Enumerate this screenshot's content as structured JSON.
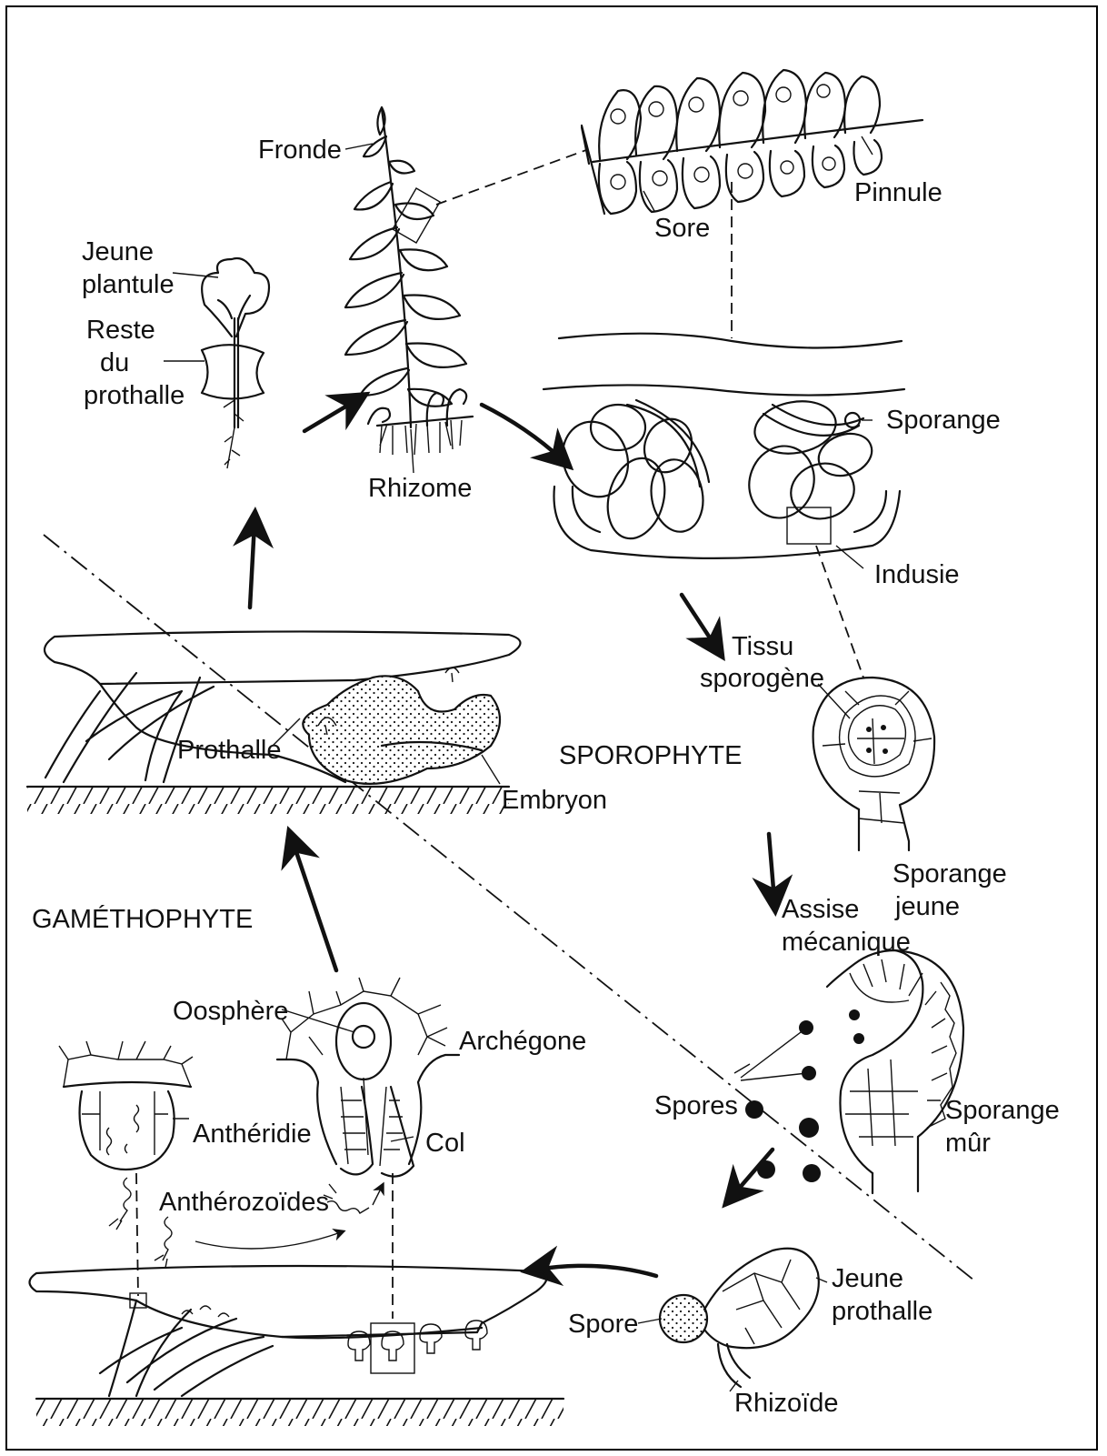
{
  "labels": {
    "fronde": "Fronde",
    "pinnule": "Pinnule",
    "sore": "Sore",
    "jeune_plantule_1": "Jeune",
    "jeune_plantule_2": "plantule",
    "reste_1": "Reste",
    "reste_2": "du",
    "reste_3": "prothalle",
    "rhizome": "Rhizome",
    "sporange": "Sporange",
    "indusie": "Indusie",
    "tissu_1": "Tissu",
    "tissu_2": "sporogène",
    "sporophyte": "SPOROPHYTE",
    "prothalle": "Prothalle",
    "embryon": "Embryon",
    "sporange_jeune_1": "Sporange",
    "sporange_jeune_2": "jeune",
    "assise_1": "Assise",
    "assise_2": "mécanique",
    "gametophyte": "GAMÉTHOPHYTE",
    "oosphere": "Oosphère",
    "archegone": "Archégone",
    "antheridie": "Anthéridie",
    "col": "Col",
    "antherozoides": "Anthérozoïdes",
    "spores": "Spores",
    "sporange_mur_1": "Sporange",
    "sporange_mur_2": "mûr",
    "spore": "Spore",
    "jeune_prothalle_1": "Jeune",
    "jeune_prothalle_2": "prothalle",
    "rhizoide": "Rhizoïde"
  }
}
